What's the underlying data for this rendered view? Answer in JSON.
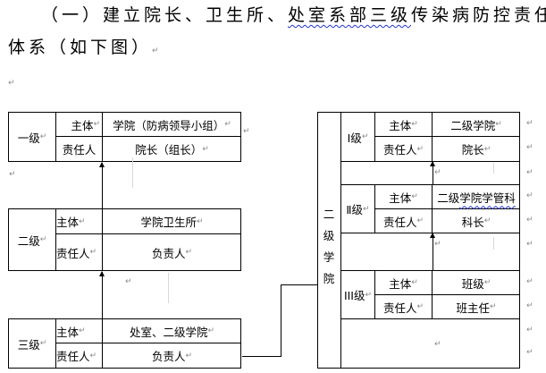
{
  "heading": {
    "line1_prefix": "（一）建立院长、卫生所、",
    "line1_underlined": "处室系部三级",
    "line1_suffix": "传染病防控责任",
    "line2": "体系（如下图）"
  },
  "paragraph_mark": "↵",
  "left_tiers": [
    {
      "level": "一级",
      "subject_label": "主体",
      "subject": "学院（防病领导小组）",
      "owner_label": "责任人",
      "owner": "院长（组长）"
    },
    {
      "level": "二级",
      "subject_label": "主体",
      "subject": "学院卫生所",
      "owner_label": "责任人",
      "owner": "负责人"
    },
    {
      "level": "三级",
      "subject_label": "主体",
      "subject": "处室、二级学院",
      "owner_label": "责任人",
      "owner": "负责人"
    }
  ],
  "right_table": {
    "group_label": [
      "二",
      "级",
      "学",
      "院"
    ],
    "tiers": [
      {
        "level": "Ⅰ级",
        "subject_label": "主体",
        "subject": "二级学院",
        "owner_label": "责任人",
        "owner": "院长"
      },
      {
        "level": "Ⅱ级",
        "subject_label": "主体",
        "subject_prefix": "二级",
        "subject_underlined": "学院学管科",
        "owner_label": "责任人",
        "owner": "科长"
      },
      {
        "level": "III级",
        "subject_label": "主体",
        "subject": "班级",
        "owner_label": "责任人",
        "owner": "班主任"
      }
    ]
  },
  "colors": {
    "text": "#000000",
    "spell_underline": "#2233cc",
    "formatting_mark": "#888888"
  }
}
